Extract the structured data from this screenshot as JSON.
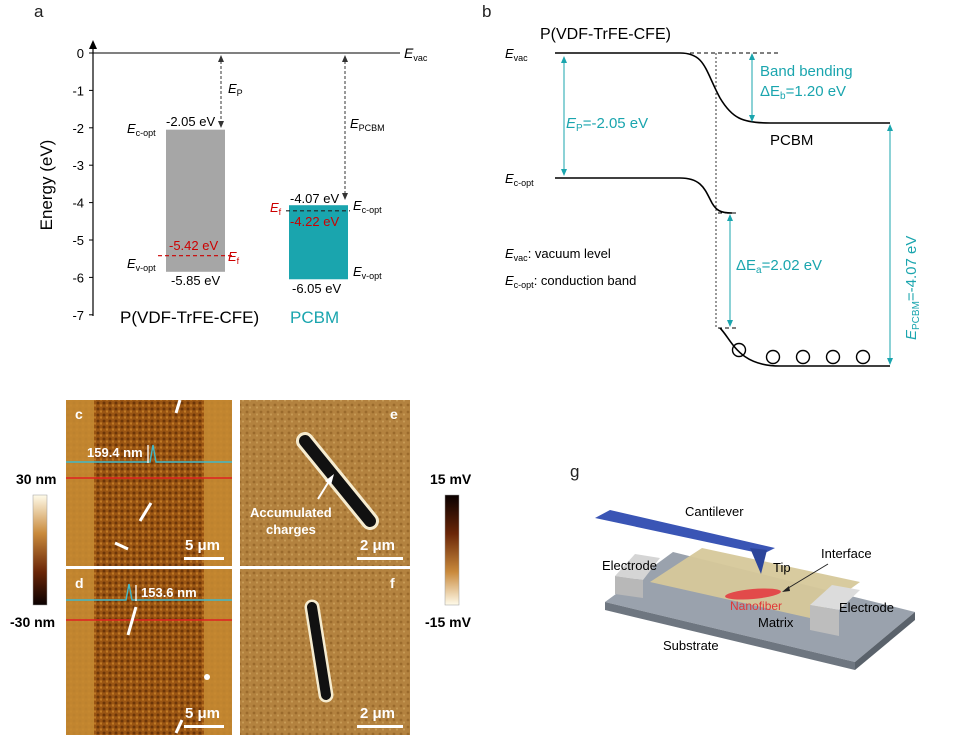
{
  "panels": {
    "a": "a",
    "b": "b",
    "c": "c",
    "d": "d",
    "e": "e",
    "f": "f",
    "g": "g"
  },
  "panel_a": {
    "y_axis_label": "Energy (eV)",
    "y_ticks": [
      "0",
      "-1",
      "-2",
      "-3",
      "-4",
      "-5",
      "-6",
      "-7"
    ],
    "evac_label": "E",
    "evac_sub": "vac",
    "ep_label": "E",
    "ep_sub": "P",
    "epcbm_label": "E",
    "epcbm_sub": "PCBM",
    "material_1": {
      "name": "P(VDF-TrFE-CFE)",
      "ec_value": "-2.05 eV",
      "ef_value": "-5.42 eV",
      "ev_value": "-5.85 eV",
      "ec_label": "E",
      "ec_sub": "c-opt",
      "ev_label": "E",
      "ev_sub": "v-opt",
      "ef_label": "E",
      "ef_sub": "f",
      "color": "#a6a6a6"
    },
    "material_2": {
      "name": "PCBM",
      "ec_value": "-4.07 eV",
      "ef_value": "-4.22 eV",
      "ev_value": "-6.05 eV",
      "ec_label": "E",
      "ec_sub": "c-opt",
      "ev_label": "E",
      "ev_sub": "v-opt",
      "ef_label": "E",
      "ef_sub": "f",
      "color": "#1aa5ae"
    },
    "chart_data": {
      "type": "bar",
      "ylabel": "Energy (eV)",
      "ylim": [
        -7,
        0
      ],
      "categories": [
        "P(VDF-TrFE-CFE)",
        "PCBM"
      ],
      "conduction_band": [
        -2.05,
        -4.07
      ],
      "valence_band": [
        -5.85,
        -6.05
      ],
      "fermi_level": [
        -5.42,
        -4.22
      ]
    }
  },
  "panel_b": {
    "top_label": "P(VDF-TrFE-CFE)",
    "evac": "E",
    "evac_sub": "vac",
    "ecopt": "E",
    "ecopt_sub": "c-opt",
    "ep_text": "=-2.05 eV",
    "ep_letter": "E",
    "ep_sub": "P",
    "band_bending_1": "Band bending",
    "band_bending_2_pre": "ΔE",
    "band_bending_2_sub": "b",
    "band_bending_2_post": "=1.20 eV",
    "pcbm_label": "PCBM",
    "delta_ea_pre": "ΔE",
    "delta_ea_sub": "a",
    "delta_ea_post": "=2.02 eV",
    "epcbm_pre": "E",
    "epcbm_sub": "PCBM",
    "epcbm_post": "=-4.07 eV",
    "legend_1_letter": "E",
    "legend_1_sub": "vac",
    "legend_1_text": ": vacuum level",
    "legend_2_letter": "E",
    "legend_2_sub": "c-opt",
    "legend_2_text": ": conduction band",
    "accent": "#1aa5ae"
  },
  "afm": {
    "colorbar_left_top": "30 nm",
    "colorbar_left_bottom": "-30 nm",
    "colorbar_right_top": "15 mV",
    "colorbar_right_bottom": "-15 mV",
    "c_height": "159.4 nm",
    "d_height": "153.6 nm",
    "scale_c": "5 μm",
    "scale_d": "5 μm",
    "scale_e": "2 μm",
    "scale_f": "2 μm",
    "accum_1": "Accumulated",
    "accum_2": "charges"
  },
  "panel_g": {
    "cantilever": "Cantilever",
    "electrode_left": "Electrode",
    "electrode_right": "Electrode",
    "tip": "Tip",
    "interface": "Interface",
    "nanofiber": "Nanofiber",
    "matrix": "Matrix",
    "substrate": "Substrate"
  }
}
